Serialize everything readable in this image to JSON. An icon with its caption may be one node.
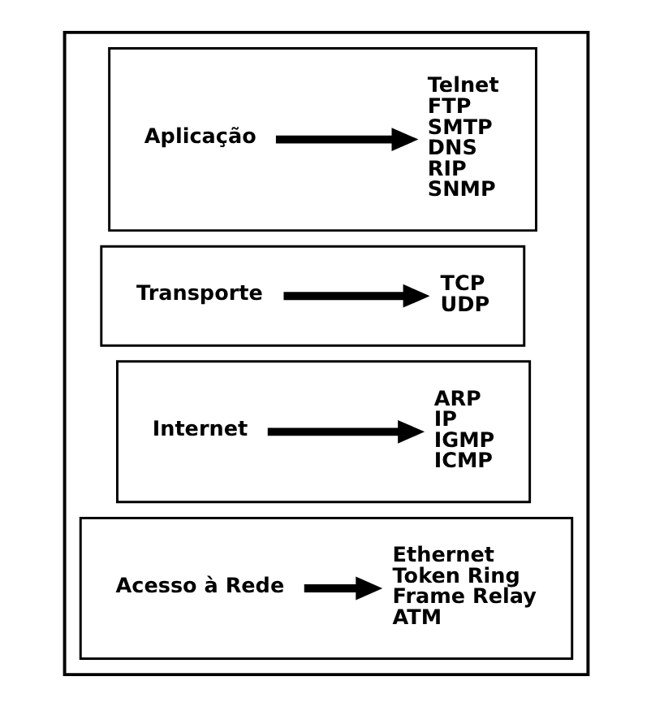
{
  "diagram": {
    "nodes": [
      {
        "text": [],
        "shape": "box"
      },
      {
        "text": [],
        "shape": "box",
        "in": 0
      },
      {
        "text": [
          "Aplicação"
        ],
        "in": 1
      },
      {
        "text": [
          "Telnet",
          "FTP",
          "SMTP",
          "DNS",
          "RIP",
          "SNMP"
        ],
        "in": 1
      },
      {
        "text": [],
        "shape": "box",
        "in": 0
      },
      {
        "text": [
          "Transporte"
        ],
        "in": 4
      },
      {
        "text": [
          "TCP",
          "UDP"
        ],
        "in": 4
      },
      {
        "text": [],
        "shape": "box",
        "in": 0
      },
      {
        "text": [
          "Internet"
        ],
        "in": 7
      },
      {
        "text": [
          "ARP",
          "IP",
          "IGMP",
          "ICMP"
        ],
        "in": 7
      },
      {
        "text": [],
        "shape": "box",
        "in": 0
      },
      {
        "text": [
          "Acesso à Rede"
        ],
        "in": 10
      },
      {
        "text": [
          "Ethernet",
          "Token Ring",
          "Frame Relay",
          "ATM"
        ],
        "in": 10
      }
    ],
    "edges": [
      {
        "from": 2,
        "to": 3,
        "arrow": "to"
      },
      {
        "from": 5,
        "to": 6,
        "arrow": "to"
      },
      {
        "from": 8,
        "to": 9,
        "arrow": "to"
      },
      {
        "from": 11,
        "to": 12,
        "arrow": "to"
      }
    ]
  }
}
